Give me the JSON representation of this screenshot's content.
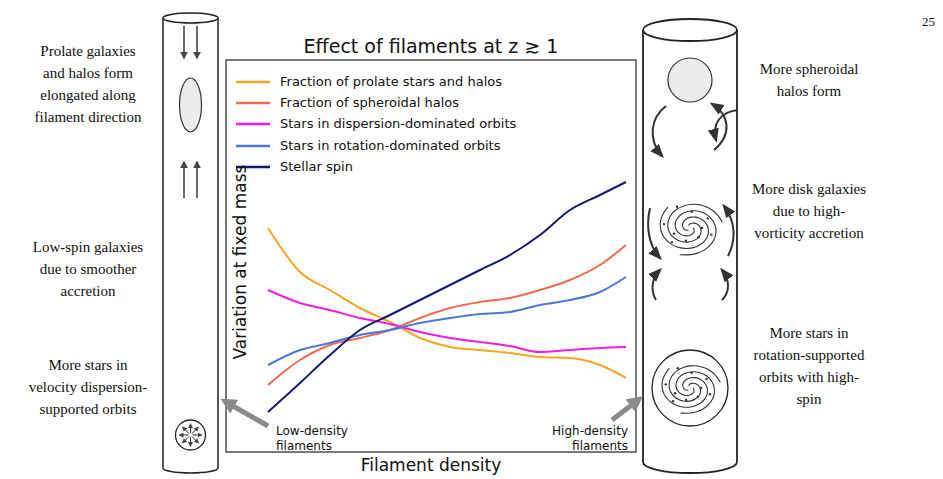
{
  "diagram": {
    "title": "Effect of filaments at z ≳ 1",
    "labels": [
      "25",
      "Variation at fixed mass",
      "Filament density",
      "Low-density filaments",
      "High-density filaments",
      "Prolate galaxies and halos form elongated along filament direction",
      "Low-spin galaxies due to smoother accretion",
      "More stars in velocity dispersion-supported orbits",
      "More spheroidal halos form",
      "More disk galaxies due to high-vorticity accretion",
      "More stars in rotation-supported orbits with high-spin"
    ],
    "legend": [
      {
        "text": "Fraction of prolate stars and halos",
        "color": "#f5a623"
      },
      {
        "text": "Fraction of spheroidal halos",
        "color": "#f06a4f"
      },
      {
        "text": "Stars in dispersion-dominated orbits",
        "color": "#f01ee0"
      },
      {
        "text": "Stars in rotation-dominated orbits",
        "color": "#4a78d8"
      },
      {
        "text": "Stellar spin",
        "color": "#141a6e"
      }
    ]
  }
}
